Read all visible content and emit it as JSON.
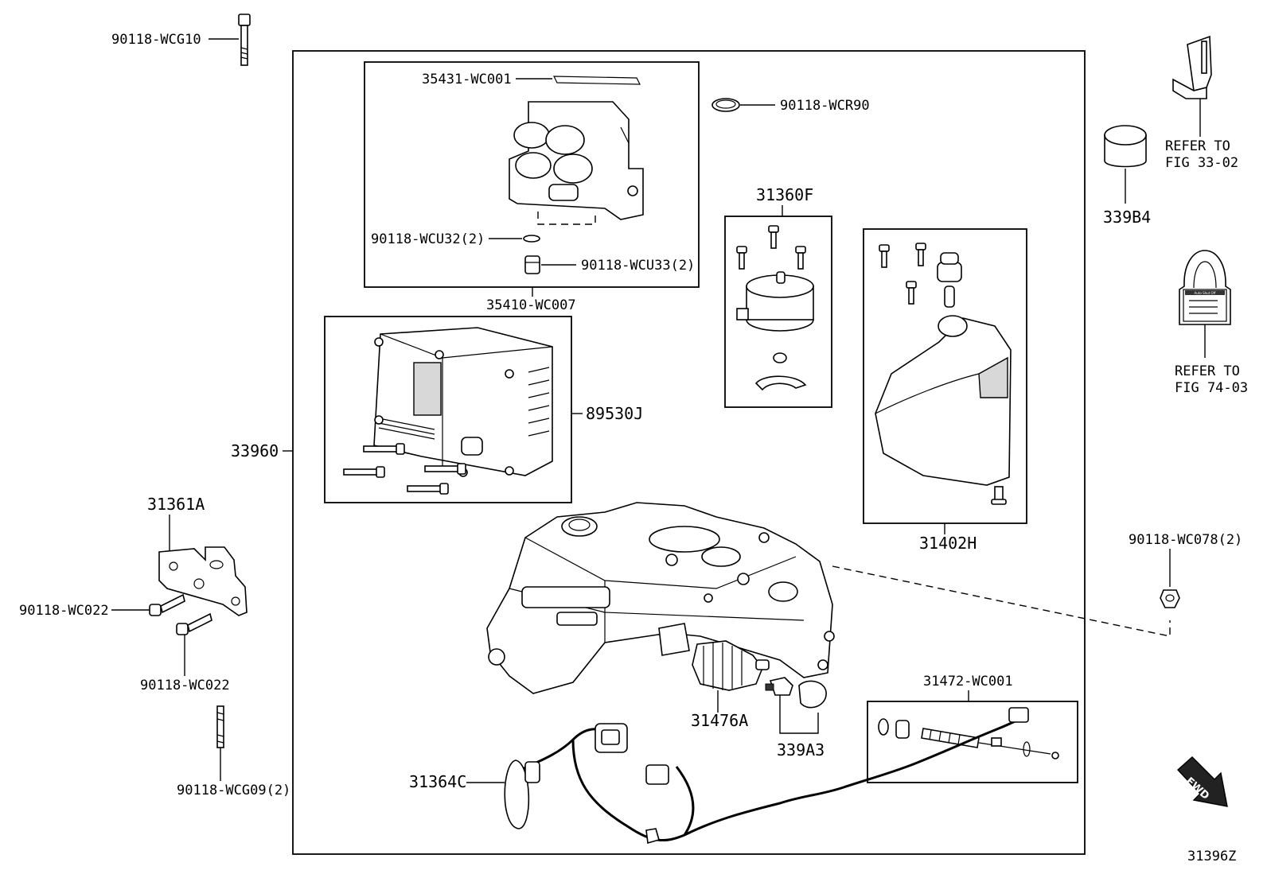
{
  "diagram_id": "31396Z",
  "assembly": {
    "id": "33960"
  },
  "callouts": {
    "bolt_top_left": "90118-WCG10",
    "gasket": "35431-WC001",
    "ring": "90118-WCR90",
    "washer_wcu32": "90118-WCU32(2)",
    "nozzle_wcu33": "90118-WCU33(2)",
    "valve_body": "35410-WC007",
    "motor_kit": "31360F",
    "ecu": "89530J",
    "reservoir": "31402H",
    "cap": "339B4",
    "bracket": "31361A",
    "bolt_wc022_a": "90118-WC022",
    "bolt_wc022_b": "90118-WC022",
    "stud": "90118-WCG09(2)",
    "nut": "90118-WC078(2)",
    "sensor_kit": "31472-WC001",
    "boot": "31476A",
    "connector": "339A3",
    "harness": "31364C"
  },
  "references": {
    "ref1_line1": "REFER TO",
    "ref1_line2": "FIG 33-02",
    "ref2_line1": "REFER TO",
    "ref2_line2": "FIG 74-03"
  },
  "tag_label": "Auto Shut Off",
  "arrow_label": "FWD"
}
